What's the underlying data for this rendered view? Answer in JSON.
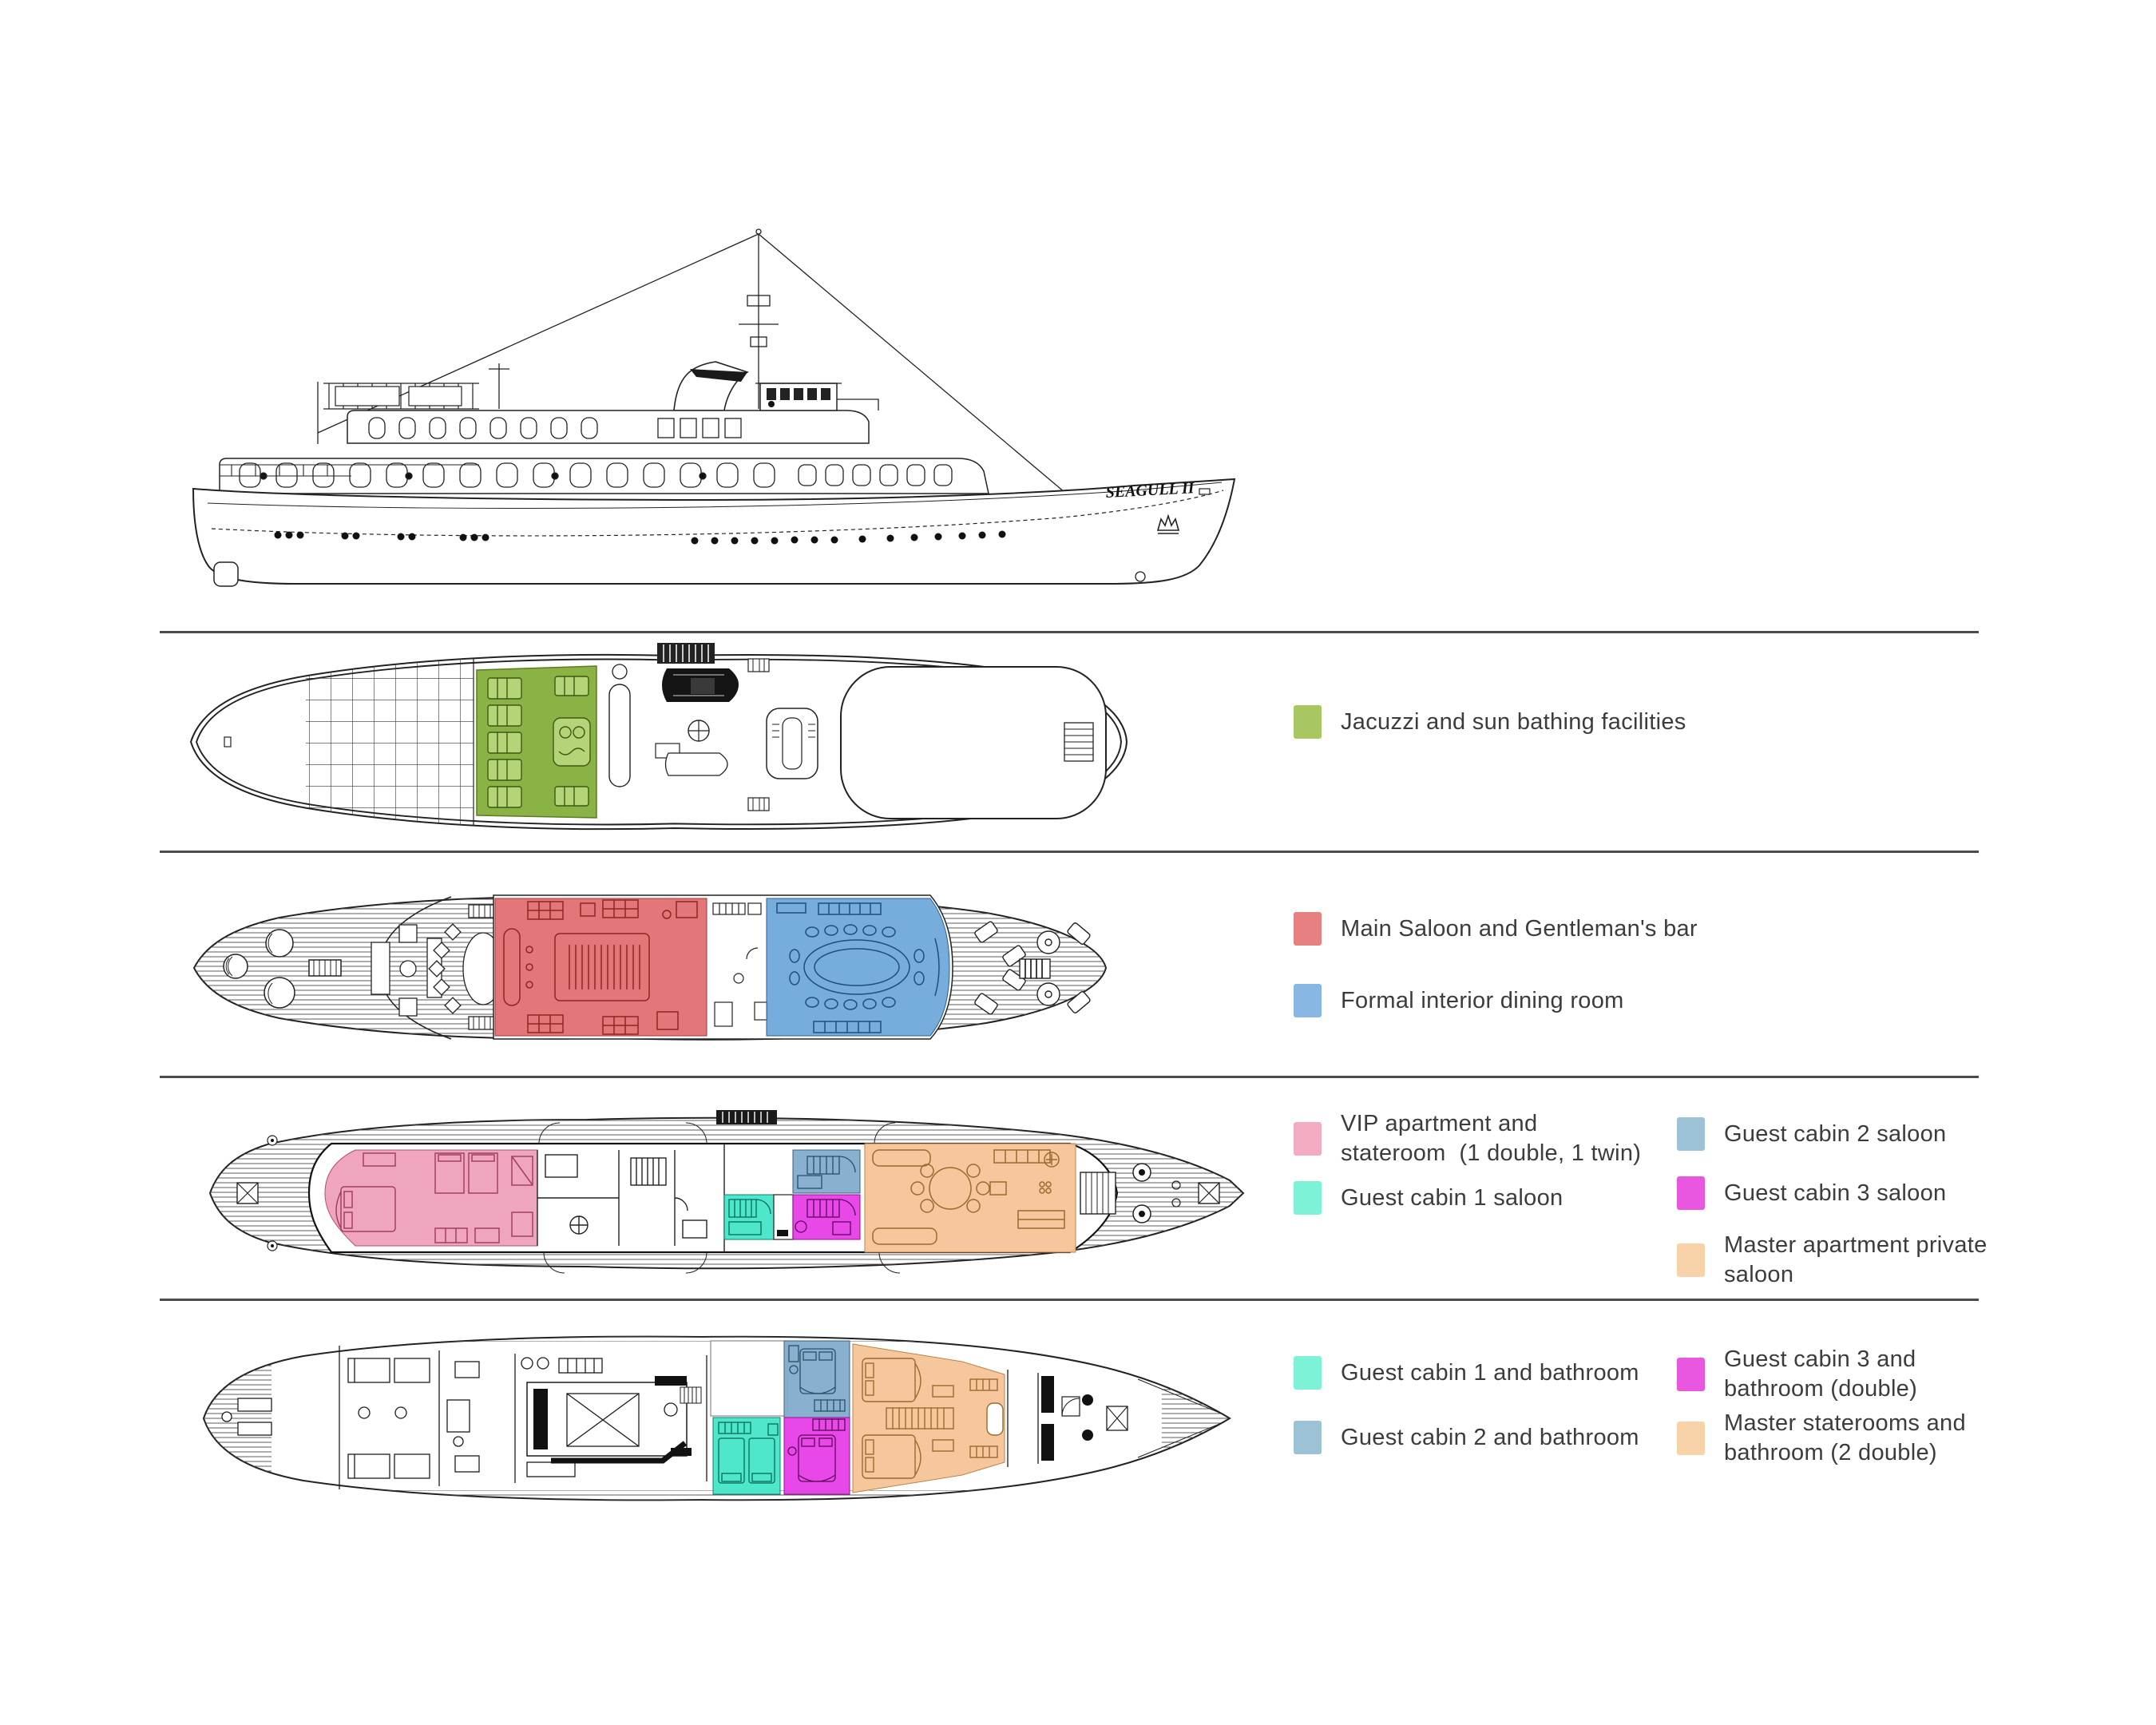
{
  "ship": {
    "name": "SEAGULL II"
  },
  "palette": {
    "jacuzzi": "#85ae3b",
    "lounger": "#b5d377",
    "saloon": "#e06a6c",
    "dining": "#6aa6da",
    "vip": "#efa0bc",
    "cabin1": "#45e6c8",
    "cabin2": "#83accb",
    "cabin3": "#e83ee8",
    "master": "#f5c497"
  },
  "decks": [
    {
      "id": "sun-deck",
      "legend": [
        {
          "color": "#a8c763",
          "label": "Jacuzzi and sun bathing facilities"
        }
      ]
    },
    {
      "id": "upper-deck",
      "legend": [
        {
          "color": "#e78081",
          "label": "Main Saloon and Gentleman's bar"
        },
        {
          "color": "#88b7e3",
          "label": "Formal interior dining room"
        }
      ]
    },
    {
      "id": "main-deck",
      "legend": [
        {
          "color": "#f3abc1",
          "label": "VIP apartment and\nstateroom  (1 double, 1 twin)"
        },
        {
          "color": "#7df2d6",
          "label": "Guest cabin 1 saloon"
        },
        {
          "color": "#9dc2d6",
          "label": "Guest cabin 2 saloon"
        },
        {
          "color": "#e957e0",
          "label": "Guest cabin 3 saloon"
        },
        {
          "color": "#f8d2a9",
          "label": "Master apartment private\nsaloon"
        }
      ]
    },
    {
      "id": "lower-deck",
      "legend": [
        {
          "color": "#7df2d6",
          "label": "Guest cabin 1 and bathroom"
        },
        {
          "color": "#9dc2d6",
          "label": "Guest cabin 2 and bathroom"
        },
        {
          "color": "#e957e0",
          "label": "Guest cabin 3 and\nbathroom (double)"
        },
        {
          "color": "#f8d2a9",
          "label": "Master staterooms and\nbathroom (2 double)"
        }
      ]
    }
  ]
}
